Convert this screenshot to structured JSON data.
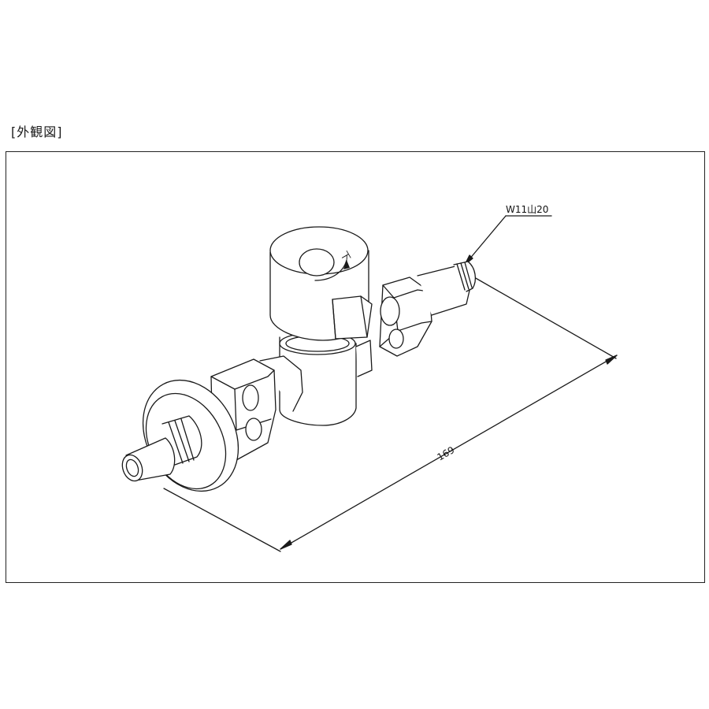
{
  "section_label": "[外観図]",
  "callout_label": "W11山20",
  "dimension_label": "169",
  "handle_mark": "下",
  "colors": {
    "line": "#1a1a1a",
    "background": "#ffffff"
  }
}
